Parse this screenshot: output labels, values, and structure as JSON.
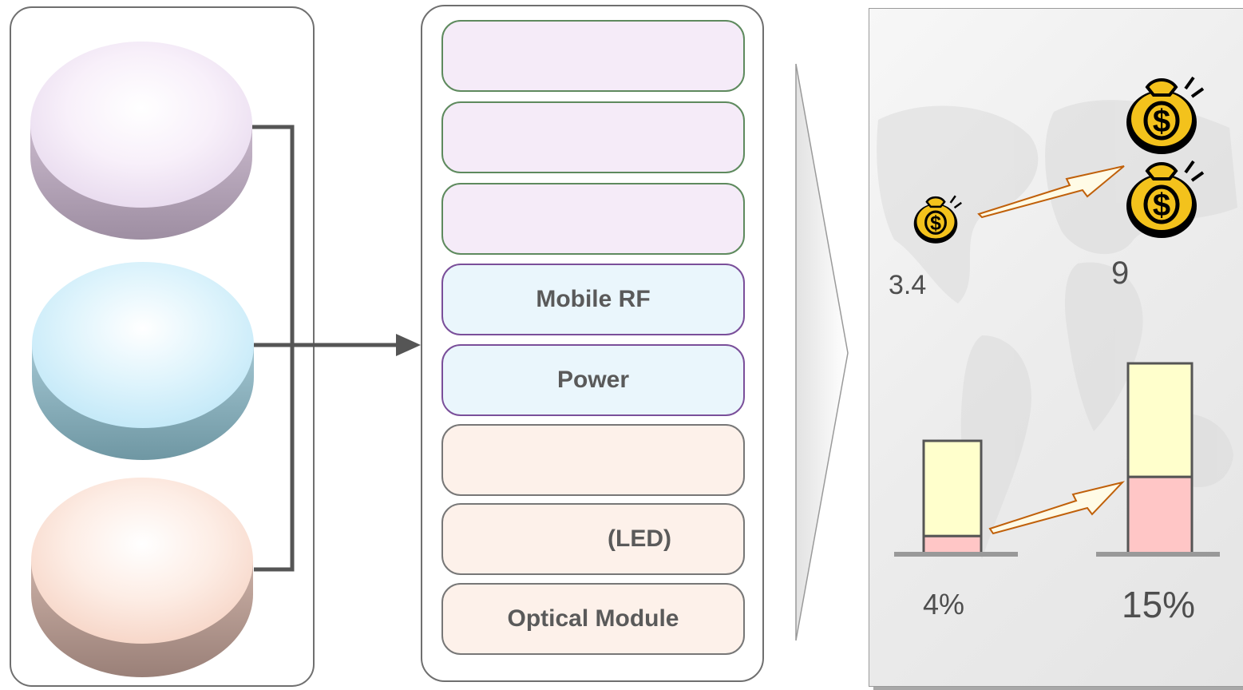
{
  "stack_layers": [
    {
      "label": "",
      "group": "purple"
    },
    {
      "label": "",
      "group": "purple"
    },
    {
      "label": "",
      "group": "purple"
    },
    {
      "label": "Mobile RF",
      "group": "blue"
    },
    {
      "label": "Power",
      "group": "blue"
    },
    {
      "label": "",
      "group": "peach"
    },
    {
      "label": "(LED)",
      "group": "peach"
    },
    {
      "label": "Optical Module",
      "group": "peach"
    }
  ],
  "money": {
    "before_value": "3.4",
    "after_value": "9",
    "icon": "money-bag-icon"
  },
  "share": {
    "before_label": "4%",
    "after_label": "15%",
    "before_fraction": 0.04,
    "after_fraction": 0.15
  },
  "colors": {
    "disc_purple": "#efe3f3",
    "disc_blue": "#cdeefa",
    "disc_peach": "#fbe1d6",
    "bar_yellow": "#ffffcc",
    "bar_pink": "#ffc6c6",
    "arrow_orange": "#c0600a",
    "money_gold": "#f3c21c"
  }
}
